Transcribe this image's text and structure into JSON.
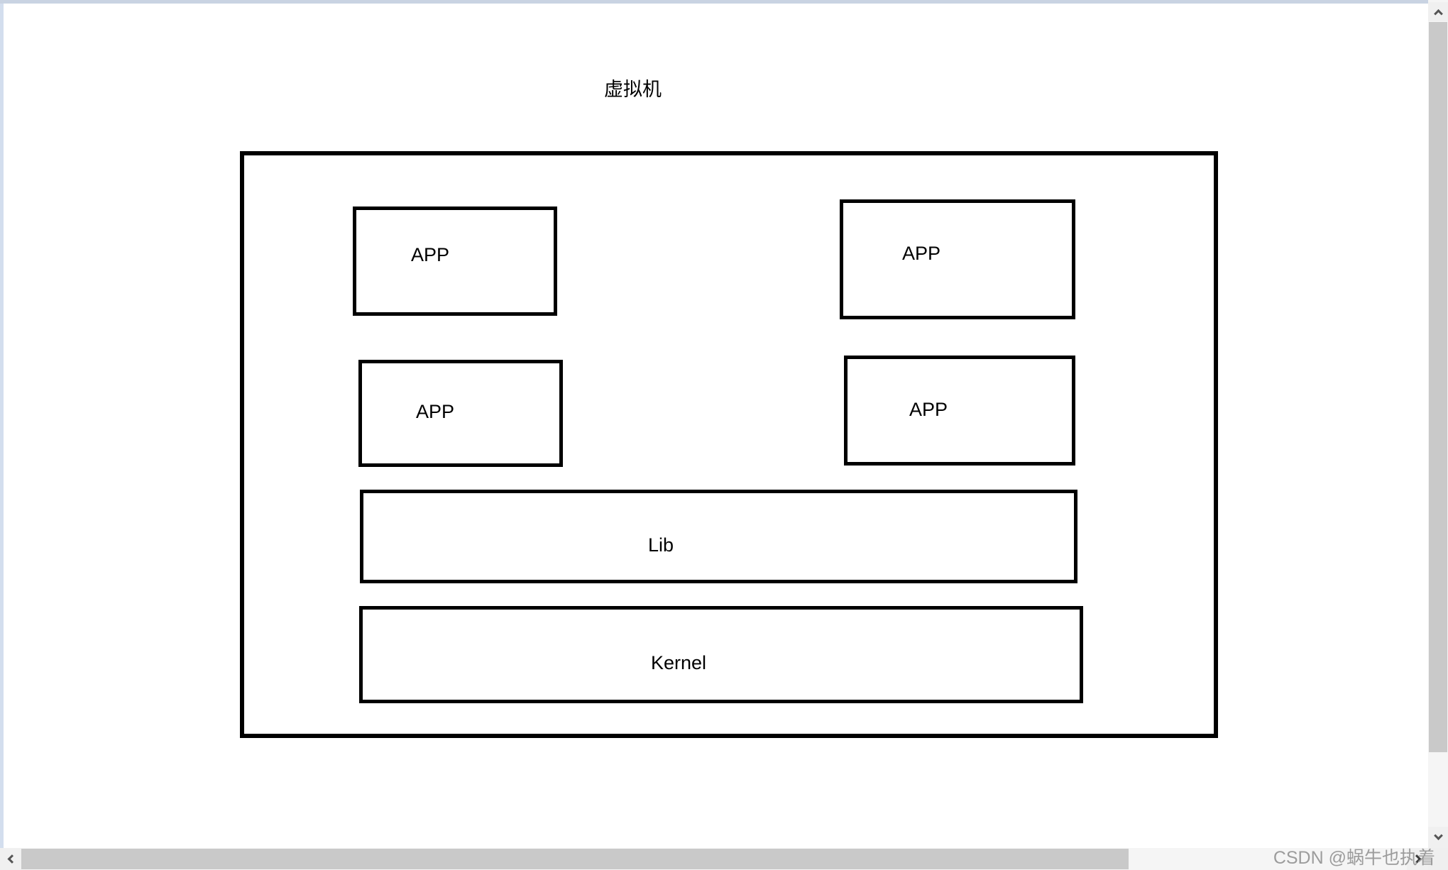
{
  "header": {
    "title": "虚拟机"
  },
  "diagram": {
    "type": "block-architecture",
    "outer_box": {
      "name": "virtual-machine-container",
      "label": ""
    },
    "app_boxes": [
      {
        "label": "APP"
      },
      {
        "label": "APP"
      },
      {
        "label": "APP"
      },
      {
        "label": "APP"
      }
    ],
    "lib_box": {
      "label": "Lib"
    },
    "kernel_box": {
      "label": "Kernel"
    }
  },
  "scrollbars": {
    "vertical": {
      "up_icon": "chevron-up-icon",
      "down_icon": "chevron-down-icon"
    },
    "horizontal": {
      "left_icon": "chevron-left-icon",
      "right_icon": "chevron-right-icon"
    }
  },
  "footer": {
    "watermark": "CSDN @蜗牛也执着"
  },
  "colors": {
    "canvas_bg": "#ffffff",
    "box_border": "#000000",
    "edge_top": "#c9d3e2",
    "edge_left": "#d3deee",
    "scrollbar_track": "#f5f5f5",
    "scrollbar_button": "#f0f0f0",
    "scrollbar_thumb": "#c9c9c9",
    "scrollbar_arrow": "#555555",
    "watermark_text": "#9c9c9c"
  }
}
